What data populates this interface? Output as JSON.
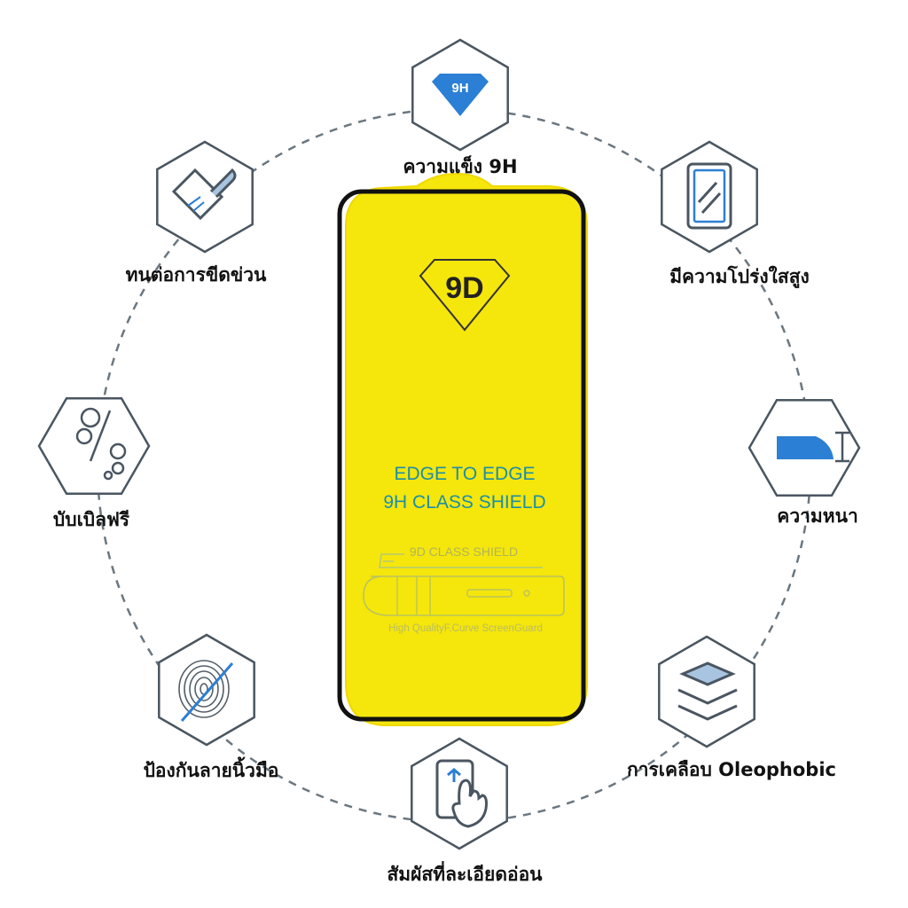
{
  "colors": {
    "yellow": "#f5e60c",
    "outline": "#111111",
    "hex_stroke": "#4a5661",
    "circle_dash": "#6b7780",
    "accent_blue": "#2b7fd4",
    "teal_text": "#1c8ea8"
  },
  "features": [
    {
      "id": "hardness",
      "label": "ความแข็ง 9H",
      "icon": "diamond-9h-icon",
      "icon_text": "9H"
    },
    {
      "id": "transparency",
      "label": "มีความโปร่งใสสูง",
      "icon": "clear-screen-icon"
    },
    {
      "id": "thickness",
      "label": "ความหนา",
      "icon": "thickness-icon"
    },
    {
      "id": "oleophobic",
      "label": "การเคลือบ Oleophobic",
      "icon": "layers-icon"
    },
    {
      "id": "touch",
      "label": "สัมผัสที่ละเอียดอ่อน",
      "icon": "touch-hand-icon"
    },
    {
      "id": "fingerprint",
      "label": "ป้องกันลายนิ้วมือ",
      "icon": "fingerprint-icon"
    },
    {
      "id": "bubble",
      "label": "บับเบิลฟรี",
      "icon": "bubbles-icon"
    },
    {
      "id": "scratch",
      "label": "ทนต่อการขีดข่วน",
      "icon": "scratch-pen-icon"
    }
  ],
  "phone": {
    "badge": "9D",
    "headline_line1": "EDGE TO EDGE",
    "headline_line2": "9H CLASS SHIELD",
    "diagram_title": "9D CLASS SHIELD",
    "diagram_caption": "High QualityF.Curve ScreenGuard"
  }
}
